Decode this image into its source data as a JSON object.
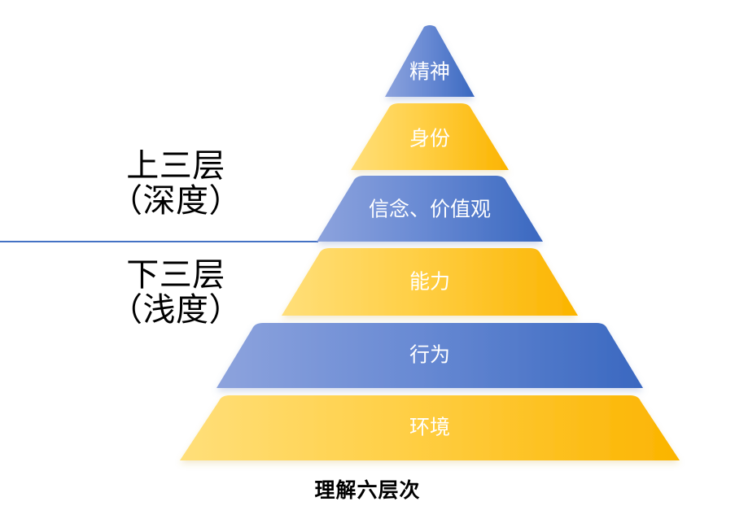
{
  "title": "理解六层次",
  "colors": {
    "blue_light": "#8099d8",
    "blue_dark": "#3a68c0",
    "yellow_light": "#ffd861",
    "yellow_dark": "#fcb900",
    "divider": "#4472c4",
    "text_on_shape": "#ffffff",
    "text_black": "#000000",
    "background": "#ffffff"
  },
  "side_labels": [
    {
      "line1": "上三层",
      "line2": "（深度）"
    },
    {
      "line1": "下三层",
      "line2": "（浅度）"
    }
  ],
  "caption": "理解六层次",
  "chart_data": {
    "type": "pyramid",
    "title": "理解六层次",
    "legend_position": "none",
    "grid": false,
    "group_labels": [
      "上三层（深度）",
      "下三层（浅度）"
    ],
    "levels": [
      {
        "rank": 1,
        "label": "精神",
        "color": "blue",
        "group": "上三层（深度）"
      },
      {
        "rank": 2,
        "label": "身份",
        "color": "yellow",
        "group": "上三层（深度）"
      },
      {
        "rank": 3,
        "label": "信念、价值观",
        "color": "blue",
        "group": "上三层（深度）"
      },
      {
        "rank": 4,
        "label": "能力",
        "color": "yellow",
        "group": "下三层（浅度）"
      },
      {
        "rank": 5,
        "label": "行为",
        "color": "blue",
        "group": "下三层（浅度）"
      },
      {
        "rank": 6,
        "label": "环境",
        "color": "yellow",
        "group": "下三层（浅度）"
      }
    ]
  }
}
